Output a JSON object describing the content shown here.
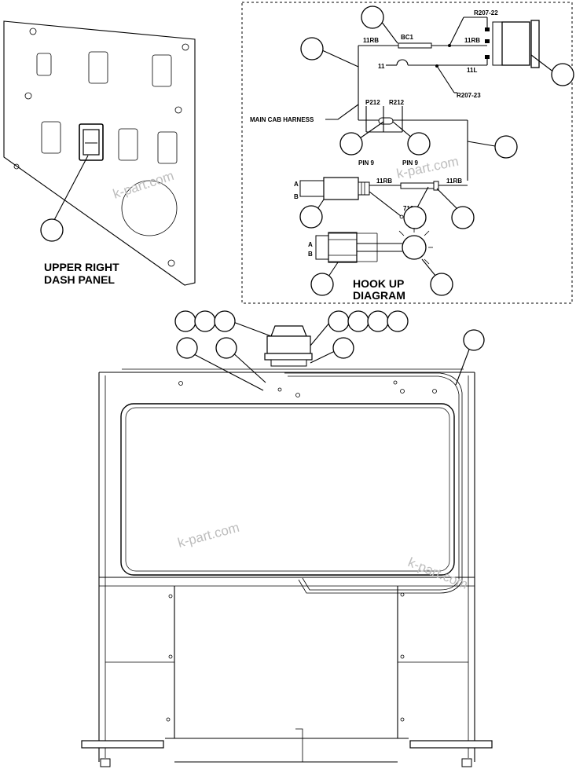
{
  "panel_title_line1": "UPPER RIGHT",
  "panel_title_line2": "DASH PANEL",
  "hookup_line1": "HOOK UP",
  "hookup_line2": "DIAGRAM",
  "wire_labels": {
    "r207_22": "R207-22",
    "r207_23": "R207-23",
    "bc1": "BC1",
    "w11rb_a": "11RB",
    "w11rb_b": "11RB",
    "w11": "11",
    "w11l": "11L",
    "main_cab_harness": "MAIN CAB HARNESS",
    "p212": "P212",
    "r212": "R212",
    "pin9_a": "PIN 9",
    "pin9_b": "PIN 9",
    "w11rb_c": "11RB",
    "w11rb_d": "11RB",
    "w710": "710",
    "conn_a1": "A",
    "conn_b1": "B",
    "conn_a2": "A",
    "conn_b2": "B"
  },
  "watermark": "k-part.com"
}
